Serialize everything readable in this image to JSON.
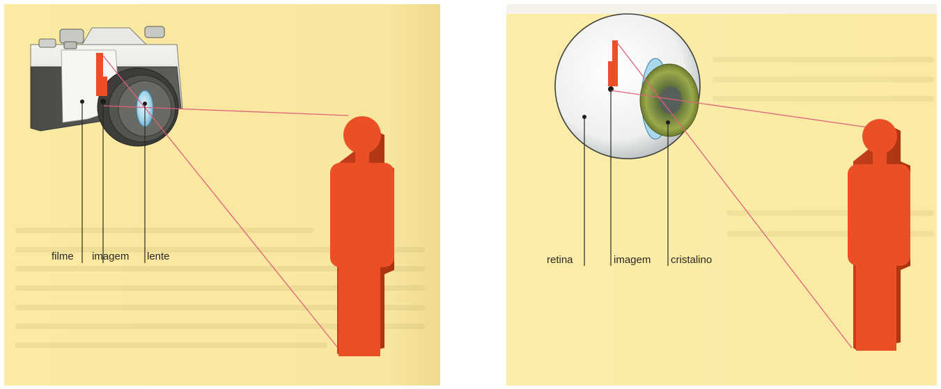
{
  "camera_diagram": {
    "labels": {
      "film": "filme",
      "image": "imagem",
      "lens": "lente"
    }
  },
  "eye_diagram": {
    "labels": {
      "retina": "retina",
      "image": "imagem",
      "crystalline_lens": "cristalino"
    }
  },
  "colors": {
    "page_background": "#faeaa3",
    "figure_red": "#ea4f25",
    "ray_line": "#e0607a",
    "lens_blue": "#a8d8ec",
    "iris_green": "#9aa94a"
  }
}
